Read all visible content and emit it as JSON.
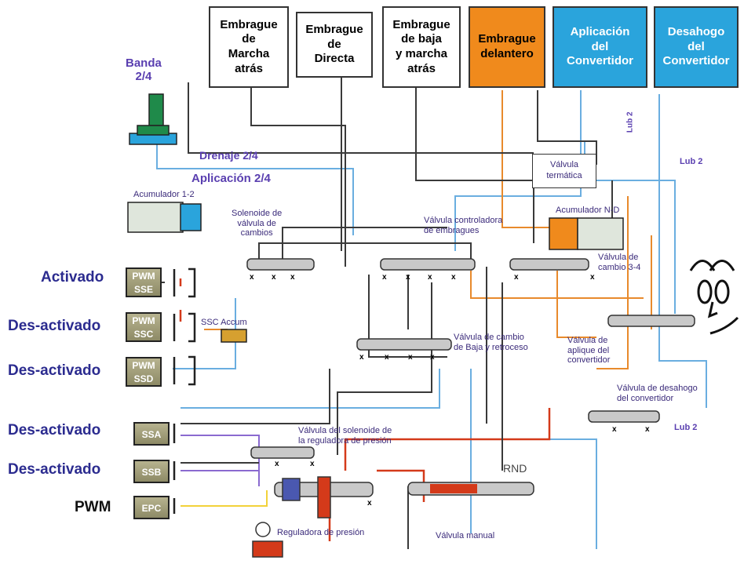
{
  "top_boxes": [
    {
      "text": "Embrague\nde\nMarcha\natrás",
      "fill": "#ffffff"
    },
    {
      "text": "Embrague\nde\nDirecta",
      "fill": "#ffffff"
    },
    {
      "text": "Embrague\nde baja\ny marcha\natrás",
      "fill": "#ffffff"
    },
    {
      "text": "Embrague\ndelantero",
      "fill": "#f08a1c"
    },
    {
      "text": "Aplicación\ndel\nConvertidor",
      "fill": "#2aa4dc"
    },
    {
      "text": "Desahogo\ndel\nConvertidor",
      "fill": "#2aa4dc"
    }
  ],
  "labels": {
    "banda": "Banda\n2/4",
    "drenaje": "Drenaje 2/4",
    "aplicacion": "Aplicación 2/4",
    "acumulador_12": "Acumulador 1-2",
    "solenoide_valvula": "Solenoide de\nválvula de\ncambios",
    "valvula_controladora": "Válvula controladora\nde embragues",
    "acumulador_nd": "Acumulador N-D",
    "valvula_termica": "Válvula\ntermática",
    "lub2_vertical": "Lub 2",
    "lub2_top": "Lub 2",
    "valvula_cambio_34": "Válvula  de\ncambio 3-4",
    "ssc_accum": "SSC  Accum",
    "valvula_cambio_baja": "Válvula de cambio\nde Baja y retroceso",
    "valvula_aplique": "Válvula de\naplique del\nconvertidor",
    "valvula_desahogo": "Válvula de desahogo\ndel convertidor",
    "lub2_bottom": "Lub 2",
    "valvula_solenoide_presion": "Válvula del solenoide de\nla reguladora de presión",
    "rnd": "RND",
    "reguladora": "Reguladora  de presión",
    "valvula_manual": "Válvula manual"
  },
  "solenoids": [
    {
      "state": "Activado",
      "top": "PWM",
      "bottom": "SSE"
    },
    {
      "state": "Des-activado",
      "top": "PWM",
      "bottom": "SSC"
    },
    {
      "state": "Des-activado",
      "top": "PWM",
      "bottom": "SSD"
    },
    {
      "state": "Des-activado",
      "top": "",
      "bottom": "SSA"
    },
    {
      "state": "Des-activado",
      "top": "",
      "bottom": "SSB"
    },
    {
      "state": "PWM",
      "top": "",
      "bottom": "EPC"
    }
  ],
  "valve_port_mark": "x",
  "colors": {
    "line_dark": "#3a3a3a",
    "line_blue": "#6aaee0",
    "line_orange": "#e88a2c",
    "line_red": "#d43a1a",
    "line_purple": "#8a6ad0",
    "line_yellow": "#f2d23a",
    "title_text": "#2b2b8f"
  }
}
